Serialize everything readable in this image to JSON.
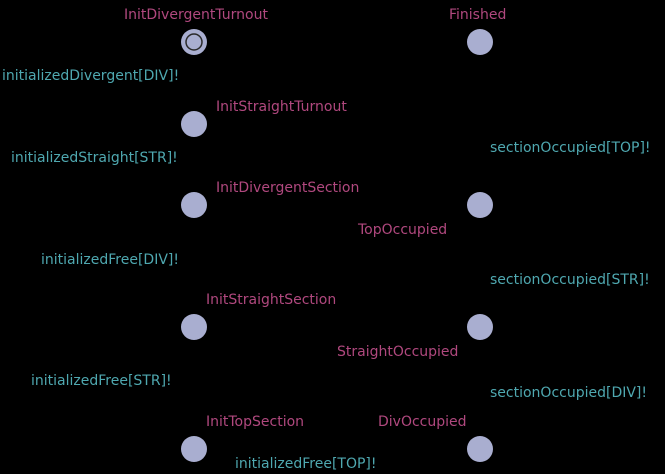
{
  "states": [
    {
      "id": "init-divergent-turnout",
      "label": "InitDivergentTurnout",
      "initial": true
    },
    {
      "id": "finished",
      "label": "Finished",
      "initial": false
    },
    {
      "id": "init-straight-turnout",
      "label": "InitStraightTurnout",
      "initial": false
    },
    {
      "id": "init-divergent-section",
      "label": "InitDivergentSection",
      "initial": false
    },
    {
      "id": "top-occupied",
      "label": "TopOccupied",
      "initial": false
    },
    {
      "id": "init-straight-section",
      "label": "InitStraightSection",
      "initial": false
    },
    {
      "id": "straight-occupied",
      "label": "StraightOccupied",
      "initial": false
    },
    {
      "id": "init-top-section",
      "label": "InitTopSection",
      "initial": false
    },
    {
      "id": "div-occupied",
      "label": "DivOccupied",
      "initial": false
    }
  ],
  "transitions": [
    {
      "id": "initialized-divergent",
      "label": "initializedDivergent[DIV]!"
    },
    {
      "id": "initialized-straight",
      "label": "initializedStraight[STR]!"
    },
    {
      "id": "initialized-free-div",
      "label": "initializedFree[DIV]!"
    },
    {
      "id": "initialized-free-str",
      "label": "initializedFree[STR]!"
    },
    {
      "id": "initialized-free-top",
      "label": "initializedFree[TOP]!"
    },
    {
      "id": "section-occupied-top",
      "label": "sectionOccupied[TOP]!"
    },
    {
      "id": "section-occupied-str",
      "label": "sectionOccupied[STR]!"
    },
    {
      "id": "section-occupied-div",
      "label": "sectionOccupied[DIV]!"
    }
  ],
  "colors": {
    "background": "#000000",
    "state_fill": "#a9aed0",
    "state_label": "#b0487e",
    "edge_label": "#4fa8b0"
  }
}
